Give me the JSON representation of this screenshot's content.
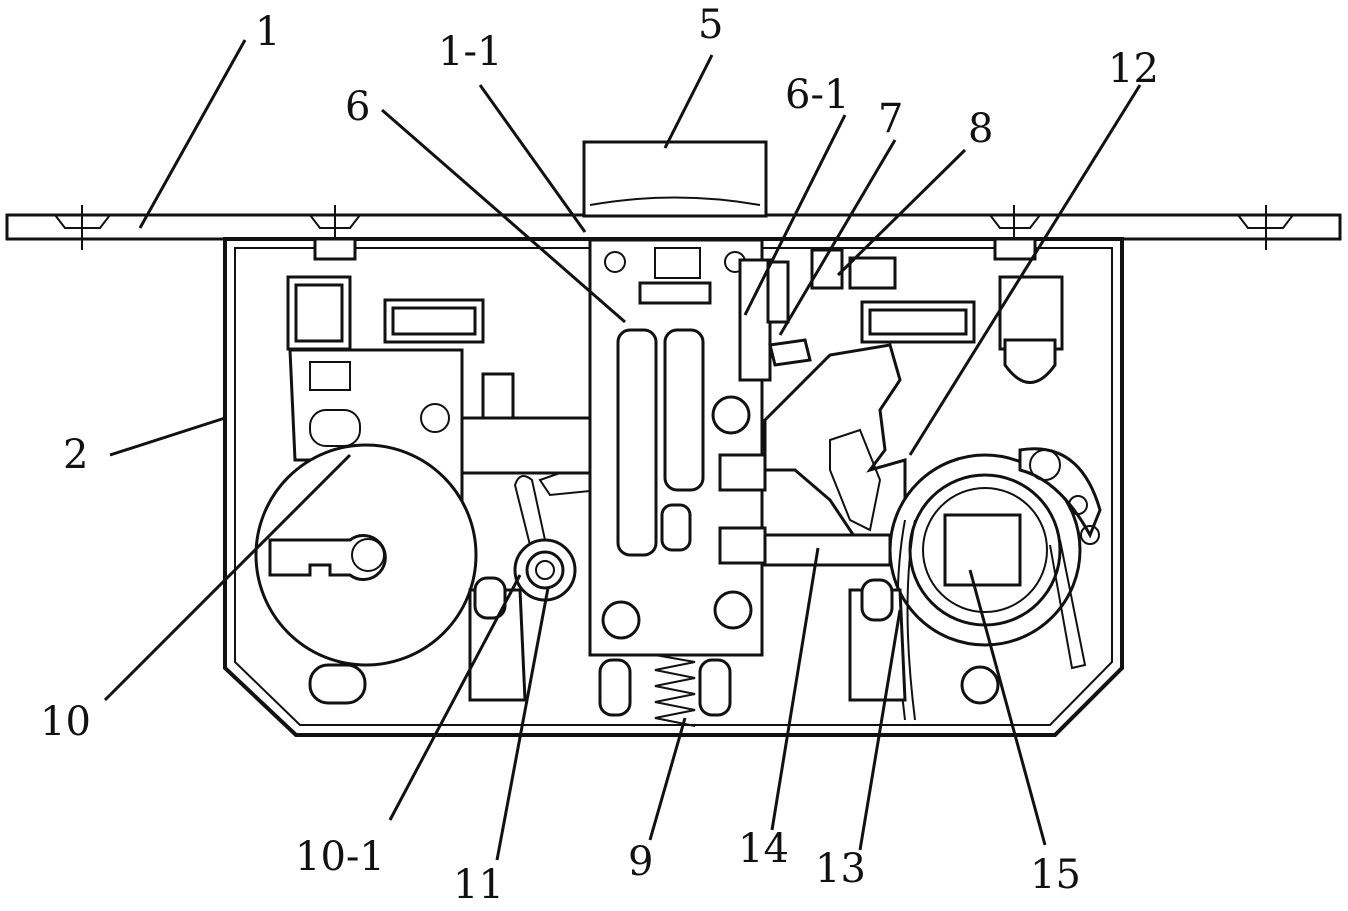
{
  "labels": {
    "l1": "1",
    "l1_1": "1-1",
    "l2": "2",
    "l5": "5",
    "l6": "6",
    "l6_1": "6-1",
    "l7": "7",
    "l8": "8",
    "l9": "9",
    "l10": "10",
    "l10_1": "10-1",
    "l11": "11",
    "l12": "12",
    "l13": "13",
    "l14": "14",
    "l15": "15"
  }
}
